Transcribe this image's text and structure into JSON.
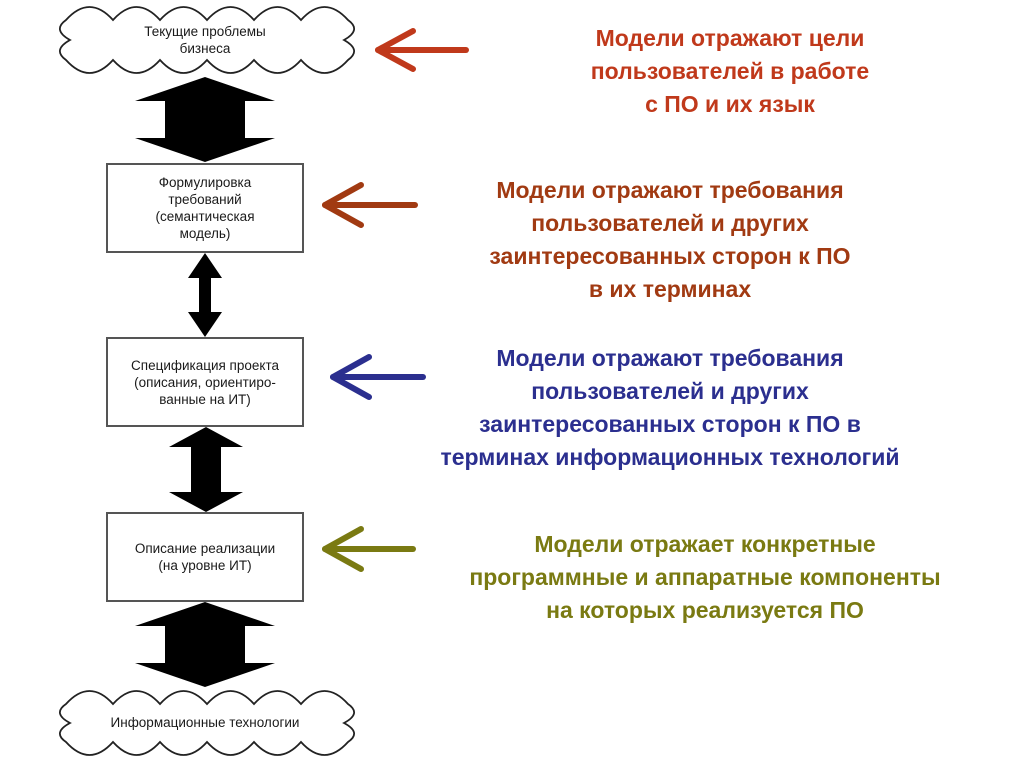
{
  "colors": {
    "note1": "#c0391b",
    "note2": "#a13a12",
    "note3": "#2b2f8f",
    "note4": "#7a7a12",
    "flow_arrow": "#000000",
    "box_border": "#555555"
  },
  "flow": {
    "top_cloud": {
      "lines": [
        "Текущие проблемы",
        "бизнеса"
      ]
    },
    "box1": {
      "lines": [
        "Формулировка",
        "требований",
        "(семантическая",
        "модель)"
      ]
    },
    "box2": {
      "lines": [
        "Спецификация проекта",
        "(описания, ориентиро-",
        "ванные на ИТ)"
      ]
    },
    "box3": {
      "lines": [
        "Описание реализации",
        "(на уровне ИТ)"
      ]
    },
    "bottom_cloud": {
      "lines": [
        "Информационные технологии"
      ]
    }
  },
  "notes": [
    {
      "lines": [
        "Модели отражают цели",
        "пользователей в работе",
        "с ПО и их язык"
      ]
    },
    {
      "lines": [
        "Модели отражают требования",
        "пользователей и других",
        "заинтересованных сторон к ПО",
        "в их терминах"
      ]
    },
    {
      "lines": [
        "Модели отражают требования",
        "пользователей и других",
        "заинтересованных сторон к ПО в",
        "терминах информационных технологий"
      ]
    },
    {
      "lines": [
        "Модели отражает конкретные",
        "программные и аппаратные компоненты",
        "на которых реализуется ПО"
      ]
    }
  ]
}
